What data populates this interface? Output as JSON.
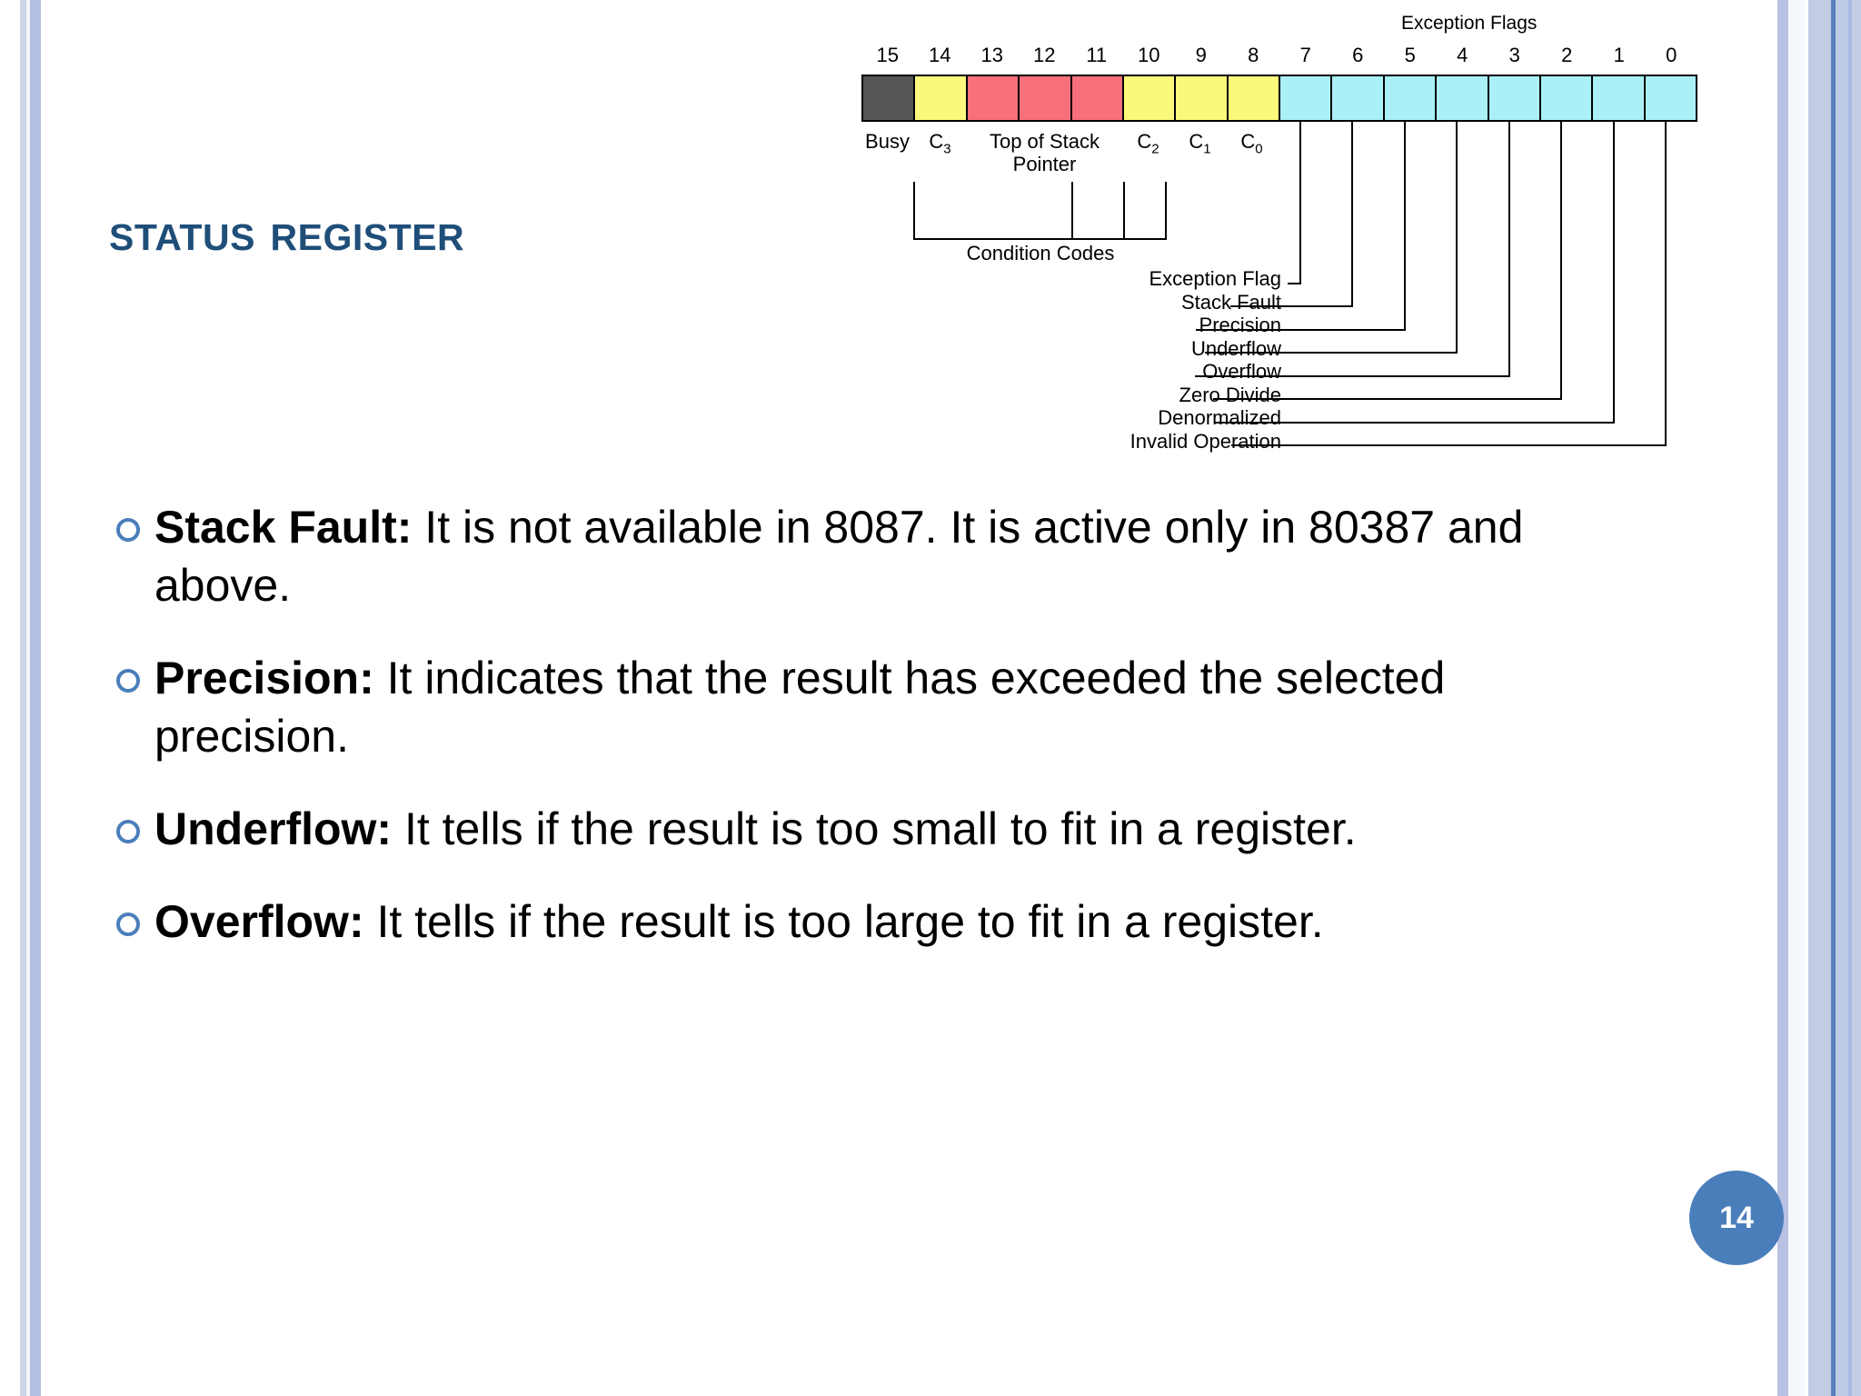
{
  "slide": {
    "title": "Status Register",
    "page_number": "14"
  },
  "bullets": [
    {
      "term": "Stack Fault:",
      "text": " It is not available in 8087. It is active only in 80387  and above."
    },
    {
      "term": "Precision:",
      "text": " It indicates that the result has exceeded the selected precision."
    },
    {
      "term": "Underflow:",
      "text": " It tells if the result is too small to fit in a register."
    },
    {
      "term": "Overflow:",
      "text": " It tells if the result is too large to fit in a register."
    }
  ],
  "diagram": {
    "title": "Exception Flags",
    "bit_numbers": [
      "15",
      "14",
      "13",
      "12",
      "11",
      "10",
      "9",
      "8",
      "7",
      "6",
      "5",
      "4",
      "3",
      "2",
      "1",
      "0"
    ],
    "cells": [
      {
        "bit": "15",
        "color": "#555555",
        "group": "busy"
      },
      {
        "bit": "14",
        "color": "#fbf87c",
        "group": "condition-code"
      },
      {
        "bit": "13",
        "color": "#f7707b",
        "group": "top-of-stack-pointer"
      },
      {
        "bit": "12",
        "color": "#f7707b",
        "group": "top-of-stack-pointer"
      },
      {
        "bit": "11",
        "color": "#f7707b",
        "group": "top-of-stack-pointer"
      },
      {
        "bit": "10",
        "color": "#fbf87c",
        "group": "condition-code"
      },
      {
        "bit": "9",
        "color": "#fbf87c",
        "group": "condition-code"
      },
      {
        "bit": "8",
        "color": "#fbf87c",
        "group": "condition-code"
      },
      {
        "bit": "7",
        "color": "#aaf0f7",
        "group": "exception-flags"
      },
      {
        "bit": "6",
        "color": "#aaf0f7",
        "group": "exception-flags"
      },
      {
        "bit": "5",
        "color": "#aaf0f7",
        "group": "exception-flags"
      },
      {
        "bit": "4",
        "color": "#aaf0f7",
        "group": "exception-flags"
      },
      {
        "bit": "3",
        "color": "#aaf0f7",
        "group": "exception-flags"
      },
      {
        "bit": "2",
        "color": "#aaf0f7",
        "group": "exception-flags"
      },
      {
        "bit": "1",
        "color": "#aaf0f7",
        "group": "exception-flags"
      },
      {
        "bit": "0",
        "color": "#aaf0f7",
        "group": "exception-flags"
      }
    ],
    "field_labels": [
      {
        "name": "Busy",
        "sub": ""
      },
      {
        "name": "C",
        "sub": "3"
      },
      {
        "name": "Top of Stack\nPointer",
        "sub": ""
      },
      {
        "name": "C",
        "sub": "2"
      },
      {
        "name": "C",
        "sub": "1"
      },
      {
        "name": "C",
        "sub": "0"
      }
    ],
    "field_label_busy": "Busy",
    "field_label_c3": "C",
    "field_label_c3_sub": "3",
    "field_label_tos_line1": "Top of Stack",
    "field_label_tos_line2": "Pointer",
    "field_label_c2": "C",
    "field_label_c2_sub": "2",
    "field_label_c1": "C",
    "field_label_c1_sub": "1",
    "field_label_c0": "C",
    "field_label_c0_sub": "0",
    "condition_codes_caption": "Condition Codes",
    "exception_flag_labels": [
      {
        "bit": "7",
        "label": "Exception Flag"
      },
      {
        "bit": "6",
        "label": "Stack Fault"
      },
      {
        "bit": "5",
        "label": "Precision"
      },
      {
        "bit": "4",
        "label": "Underflow"
      },
      {
        "bit": "3",
        "label": "Overflow"
      },
      {
        "bit": "2",
        "label": "Zero Divide"
      },
      {
        "bit": "1",
        "label": "Denormalized"
      },
      {
        "bit": "0",
        "label": "Invalid Operation"
      }
    ]
  },
  "colors": {
    "title": "#1f4e79",
    "accent": "#4a7ebb",
    "busy": "#555555",
    "condition_code": "#fbf87c",
    "top_of_stack": "#f7707b",
    "exception": "#aaf0f7"
  }
}
